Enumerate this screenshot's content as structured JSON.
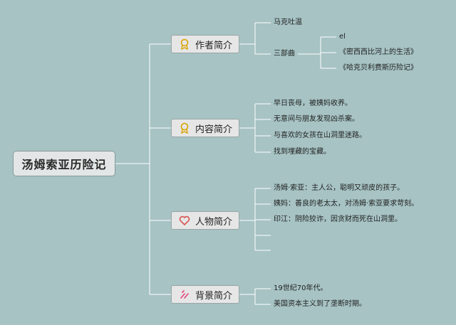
{
  "root": {
    "title": "汤姆索亚历险记"
  },
  "topics": [
    {
      "label": "作者简介",
      "icon": "award-ribbon-icon",
      "items": [
        "马克吐温",
        "三部曲"
      ],
      "sub_items": [
        "el",
        "《密西西比河上的生活》",
        "《哈克贝利费斯历险记》"
      ]
    },
    {
      "label": "内容简介",
      "icon": "award-ribbon-icon",
      "items": [
        "早日丧母，被姨妈收养。",
        "无意间与朋友发现凶杀案。",
        "与喜欢的女孩在山洞里迷路。",
        "找到埋藏的宝藏。"
      ]
    },
    {
      "label": "人物简介",
      "icon": "heart-icon",
      "items": [
        "汤姆·索亚：主人公，聪明又顽皮的孩子。",
        "姨妈：善良的老太太，对汤姆·索亚要求苛刻。",
        "印江：阴险狡诈，因贪财而死在山洞里。",
        "",
        ""
      ]
    },
    {
      "label": "背景简介",
      "icon": "sparkle-icon",
      "items": [
        "19世纪70年代。",
        "美国资本主义到了垄断时期。"
      ]
    }
  ],
  "colors": {
    "background": "#a7c3c4",
    "line": "#ffffff",
    "heart": "#d9534f",
    "ribbon": "#d9a400",
    "sparkle": "#e0457b"
  }
}
